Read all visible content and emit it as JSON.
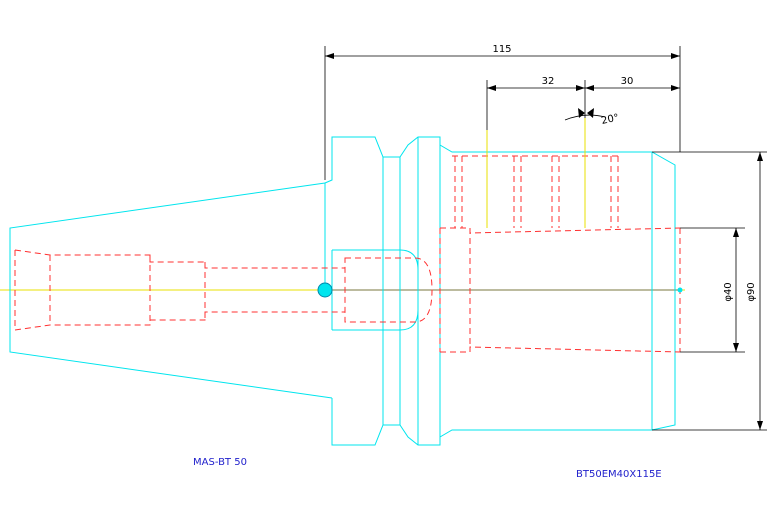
{
  "labels": {
    "left_part": "MAS-BT 50",
    "right_part": "BT50EM40X115E"
  },
  "dimensions": {
    "overall_length": "115",
    "dim_a": "32",
    "dim_b": "30",
    "angle": "20°",
    "bore_diameter": "φ40",
    "outer_diameter": "φ90"
  },
  "colors": {
    "outline": "#00e5ee",
    "hidden_lines": "#ff3030",
    "centerline": "#e8e000",
    "dimension": "#000000",
    "label_text": "#2222cc"
  }
}
